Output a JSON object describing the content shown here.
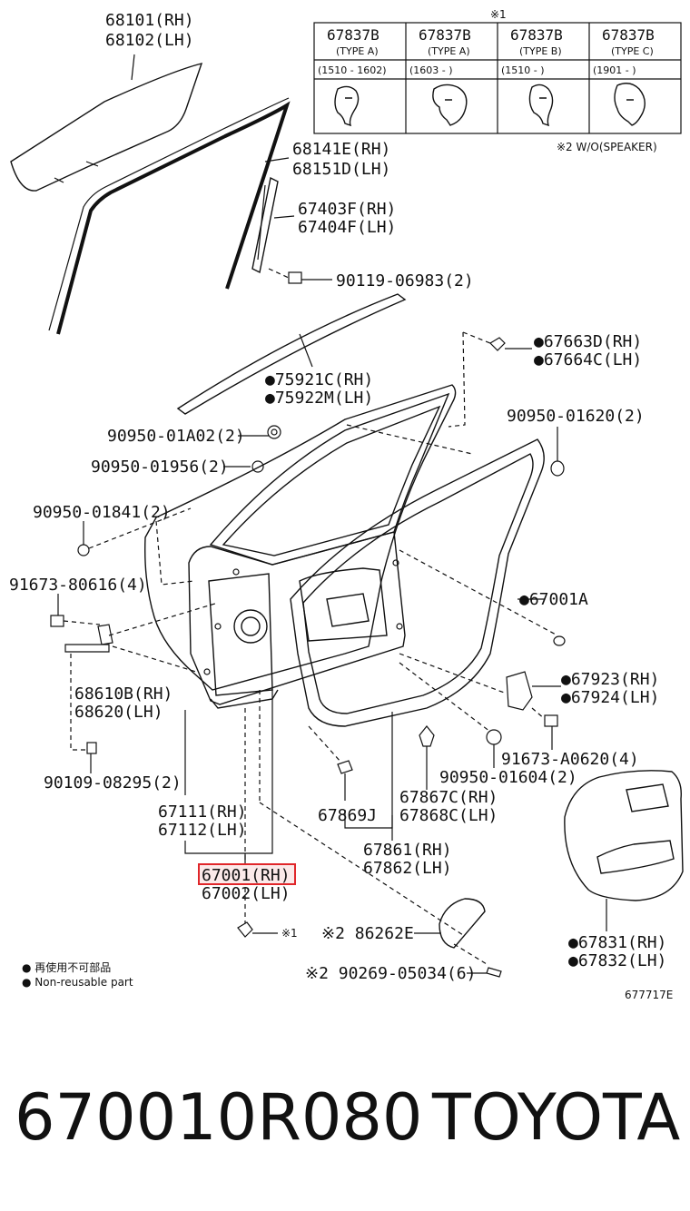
{
  "footer": {
    "part_number": "670010R080",
    "brand": "TOYOTA"
  },
  "table": {
    "note_top": "※1",
    "columns": [
      {
        "part": "67837B",
        "type": "(TYPE A)",
        "range": "(1510 - 1602)"
      },
      {
        "part": "67837B",
        "type": "(TYPE A)",
        "range": "(1603 -      )"
      },
      {
        "part": "67837B",
        "type": "(TYPE B)",
        "range": "(1510 -      )"
      },
      {
        "part": "67837B",
        "type": "(TYPE C)",
        "range": "(1901 -      )"
      }
    ],
    "note_bottom": "※2 W/O(SPEAKER)"
  },
  "labels": {
    "glass_rh": "68101(RH)",
    "glass_lh": "68102(LH)",
    "run_rh": "68141E(RH)",
    "run_lh": "68151D(LH)",
    "channel_rh": "67403F(RH)",
    "channel_lh": "67404F(LH)",
    "bolt1": "90119-06983(2)",
    "molding_rh": "●75921C(RH)",
    "molding_lh": "●75922M(LH)",
    "clip_top_rh": "●67663D(RH)",
    "clip_top_lh": "●67664C(LH)",
    "plug1": "90950-01A02(2)",
    "plug2": "90950-01956(2)",
    "plug3": "90950-01841(2)",
    "plug4": "90950-01620(2)",
    "bolt2": "91673-80616(4)",
    "hinge_rh": "68610B(RH)",
    "hinge_lh": "68620(LH)",
    "bolt3": "90109-08295(2)",
    "weather": "●67001A",
    "check_rh": "●67923(RH)",
    "check_lh": "●67924(LH)",
    "bolt4": "91673-A0620(4)",
    "plug5": "90950-01604(2)",
    "panel_rh": "67111(RH)",
    "panel_lh": "67112(LH)",
    "clip": "67869J",
    "seal_rh": "67867C(RH)",
    "seal_lh": "67868C(LH)",
    "ws_rh": "67861(RH)",
    "ws_lh": "67862(LH)",
    "door_rh": "67001(RH)",
    "door_lh": "67002(LH)",
    "ref1": "※1",
    "speaker": "※2 86262E",
    "screw": "※2 90269-05034(6)",
    "cover_rh": "●67831(RH)",
    "cover_lh": "●67832(LH)",
    "legend_jp": "● 再使用不可部品",
    "legend_en": "● Non-reusable part",
    "diagram_id": "677717E"
  },
  "colors": {
    "highlight_border": "#e0262a",
    "highlight_fill": "#fbe9e9",
    "ink": "#111111"
  }
}
